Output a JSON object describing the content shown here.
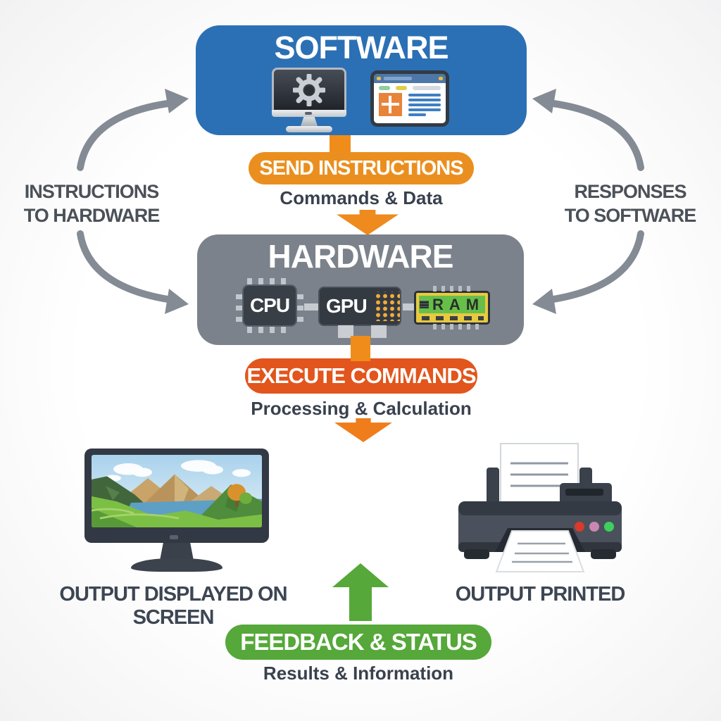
{
  "colors": {
    "software_blue": "#2b70b4",
    "hardware_gray": "#7b828b",
    "send_orange": "#ea8f1f",
    "execute_orange": "#e2551c",
    "connector_orange": "#f08c1a",
    "feedback_green": "#55a839",
    "flow_arrow_gray": "#848b94",
    "text_dark": "#3d4653"
  },
  "software": {
    "title": "SOFTWARE"
  },
  "hardware": {
    "title": "HARDWARE",
    "components": [
      {
        "label": "CPU"
      },
      {
        "label": "GPU"
      },
      {
        "label": "RAM"
      }
    ]
  },
  "flow_send": {
    "badge": "SEND INSTRUCTIONS",
    "caption": "Commands & Data"
  },
  "flow_execute": {
    "badge": "EXECUTE COMMANDS",
    "caption": "Processing & Calculation"
  },
  "feedback": {
    "badge": "FEEDBACK & STATUS",
    "caption": "Results & Information"
  },
  "side_labels": {
    "left": {
      "line1": "INSTRUCTIONS",
      "line2": "TO HARDWARE"
    },
    "right": {
      "line1": "RESPONSES",
      "line2": "TO SOFTWARE"
    }
  },
  "outputs": {
    "screen_label": "OUTPUT DISPLAYED ON SCREEN",
    "printer_label": "OUTPUT PRINTED"
  }
}
